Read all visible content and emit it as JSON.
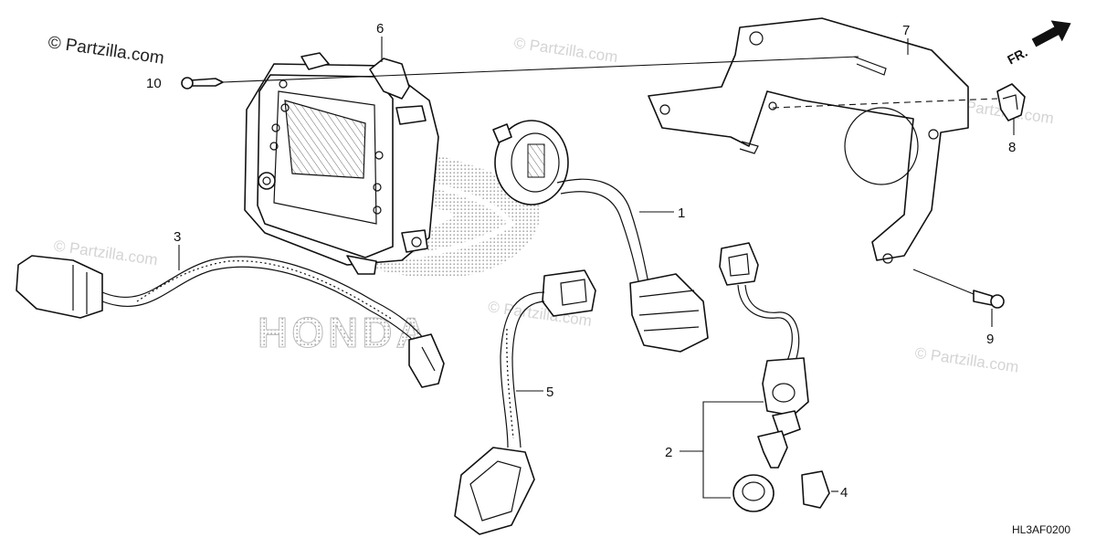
{
  "watermark": {
    "copyright": "© Partzilla.com",
    "repeat": "© Partzilla.com"
  },
  "logo_text": "HONDA",
  "direction_indicator": "FR.",
  "diagram_code": "HL3AF0200",
  "callouts": {
    "c1": "1",
    "c2": "2",
    "c3": "3",
    "c4": "4",
    "c5": "5",
    "c6": "6",
    "c7": "7",
    "c8": "8",
    "c9": "9",
    "c10": "10"
  }
}
